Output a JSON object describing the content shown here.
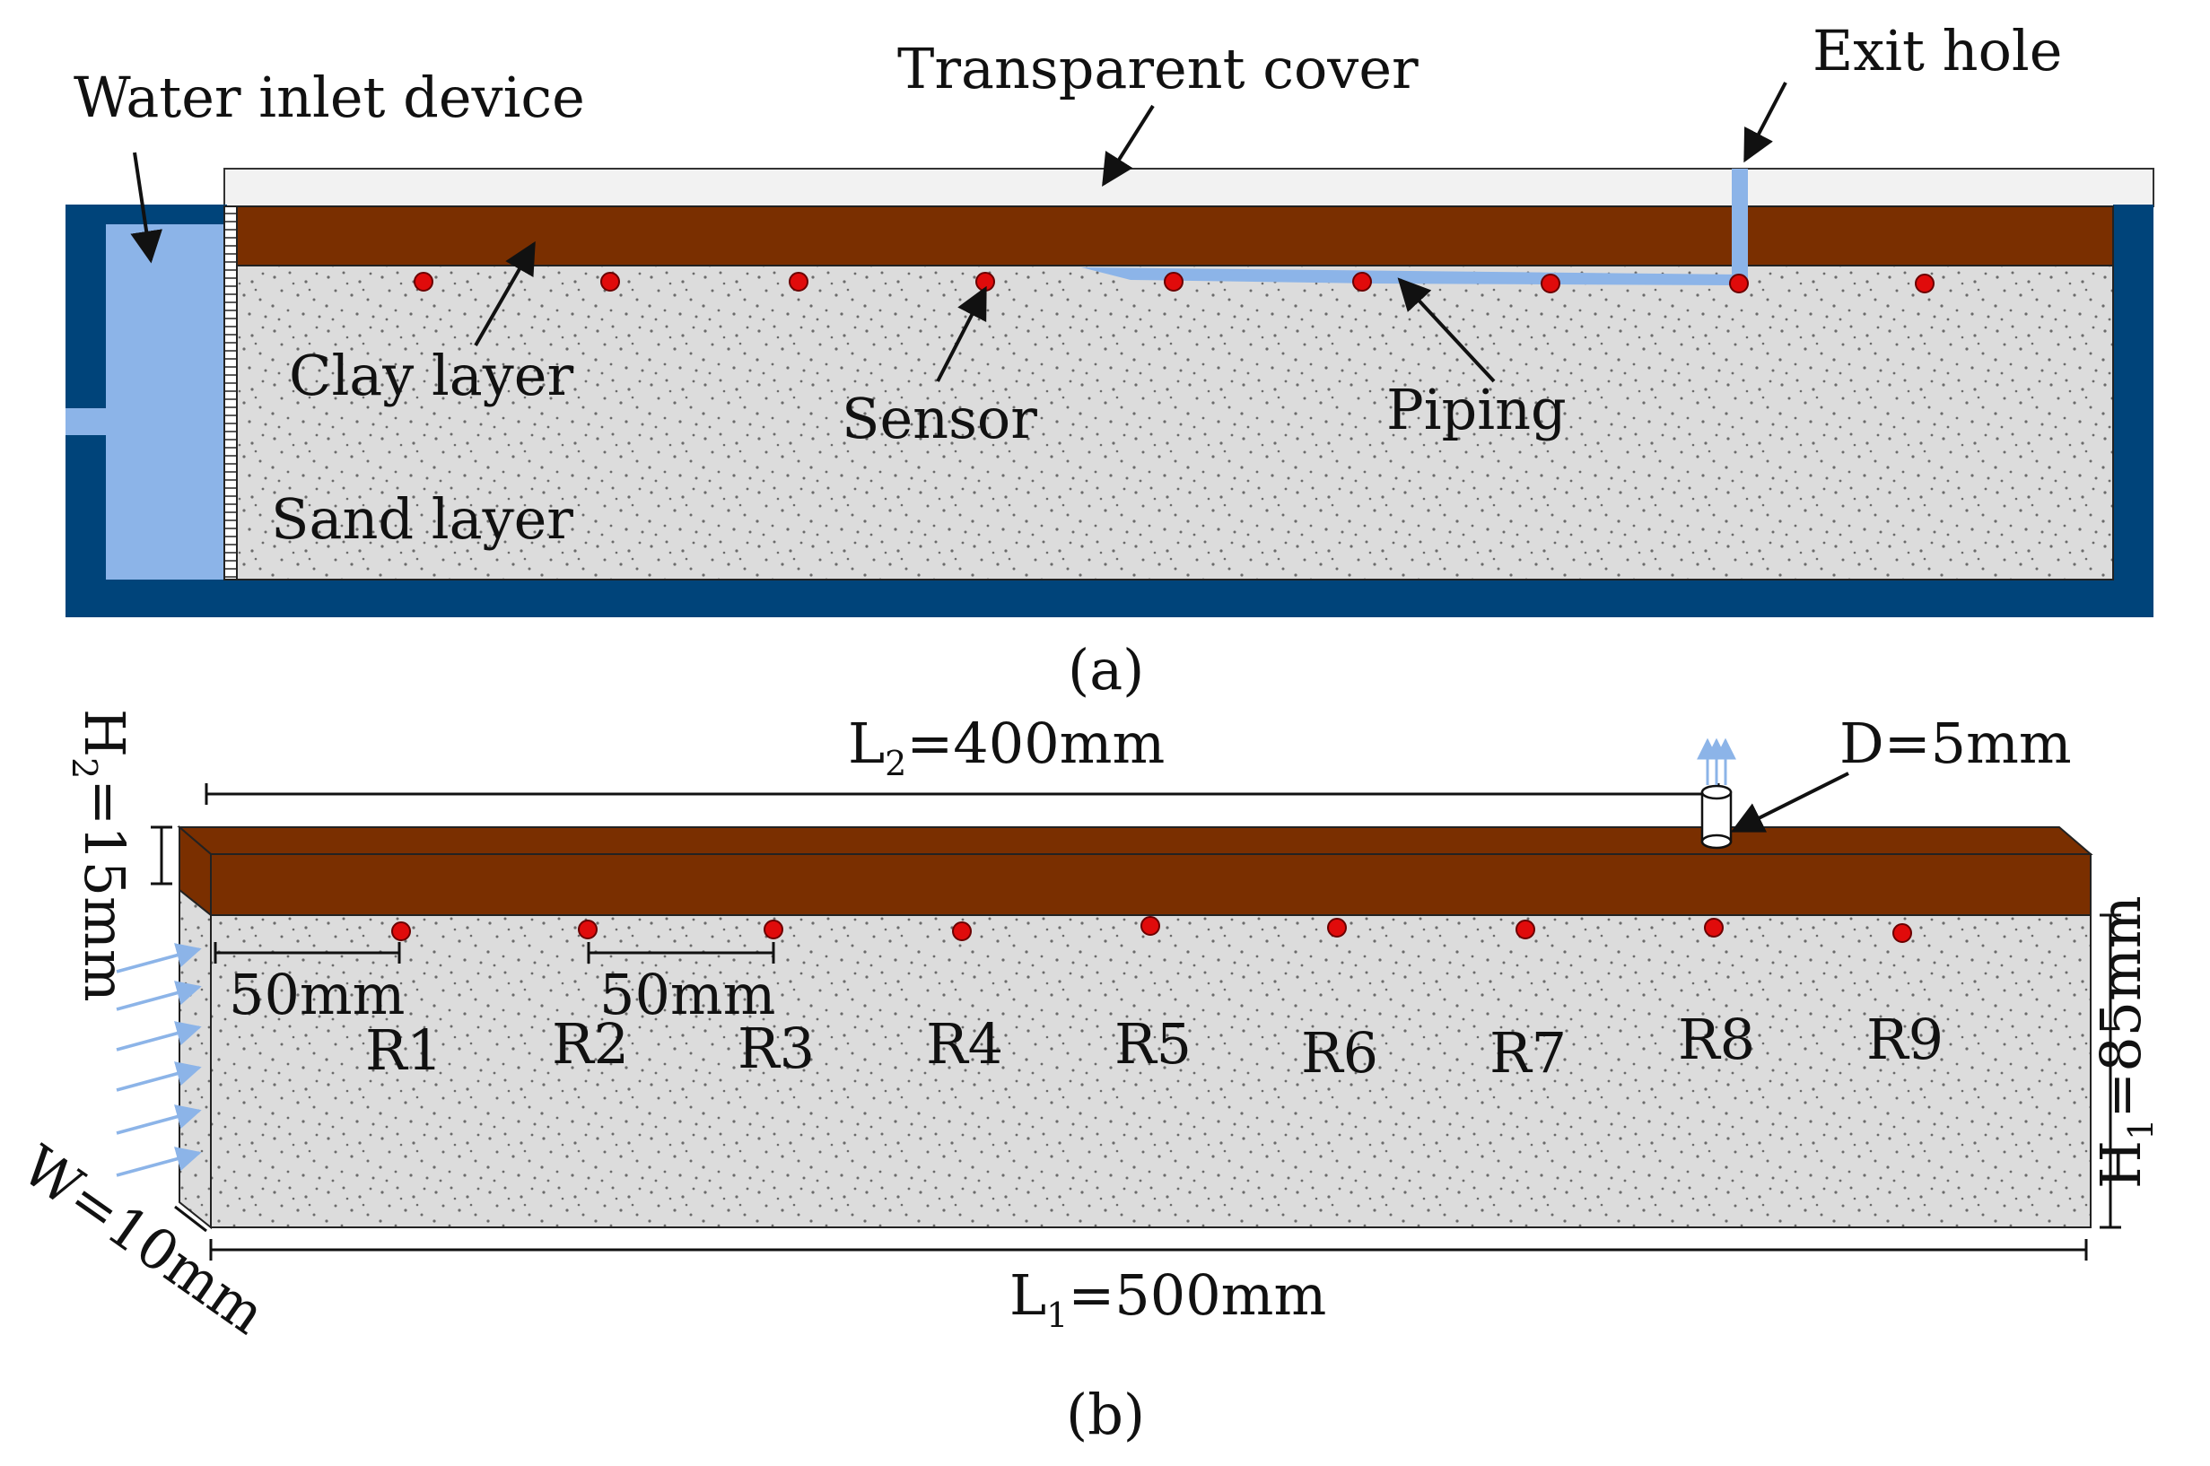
{
  "panel_a": {
    "labels": {
      "water_inlet": "Water inlet device",
      "transparent_cover": "Transparent cover",
      "exit_hole": "Exit hole",
      "clay_layer": "Clay layer",
      "sensor": "Sensor",
      "piping": "Piping",
      "sand_layer": "Sand layer"
    },
    "caption": "(a)"
  },
  "panel_b": {
    "L2_main": "L",
    "L2_sub": "2",
    "L2_rest": "=400mm",
    "D_label": "D=5mm",
    "H2_main": "H",
    "H2_sub": "2",
    "H2_rest": "=15mm",
    "H1_main": "H",
    "H1_sub": "1",
    "H1_rest": "=85mm",
    "L1_main": "L",
    "L1_sub": "1",
    "L1_rest": "=500mm",
    "W_label": "W=10mm",
    "spacing1": "50mm",
    "spacing2": "50mm",
    "sensors": [
      "R1",
      "R2",
      "R3",
      "R4",
      "R5",
      "R6",
      "R7",
      "R8",
      "R9"
    ],
    "caption": "(b)"
  },
  "colors": {
    "frame": "#00447a",
    "water": "#8cb4e8",
    "clay": "#7a2f00",
    "sand": "#dcdcdc",
    "sensor": "#e00b0b",
    "cover": "#f2f2f2"
  }
}
